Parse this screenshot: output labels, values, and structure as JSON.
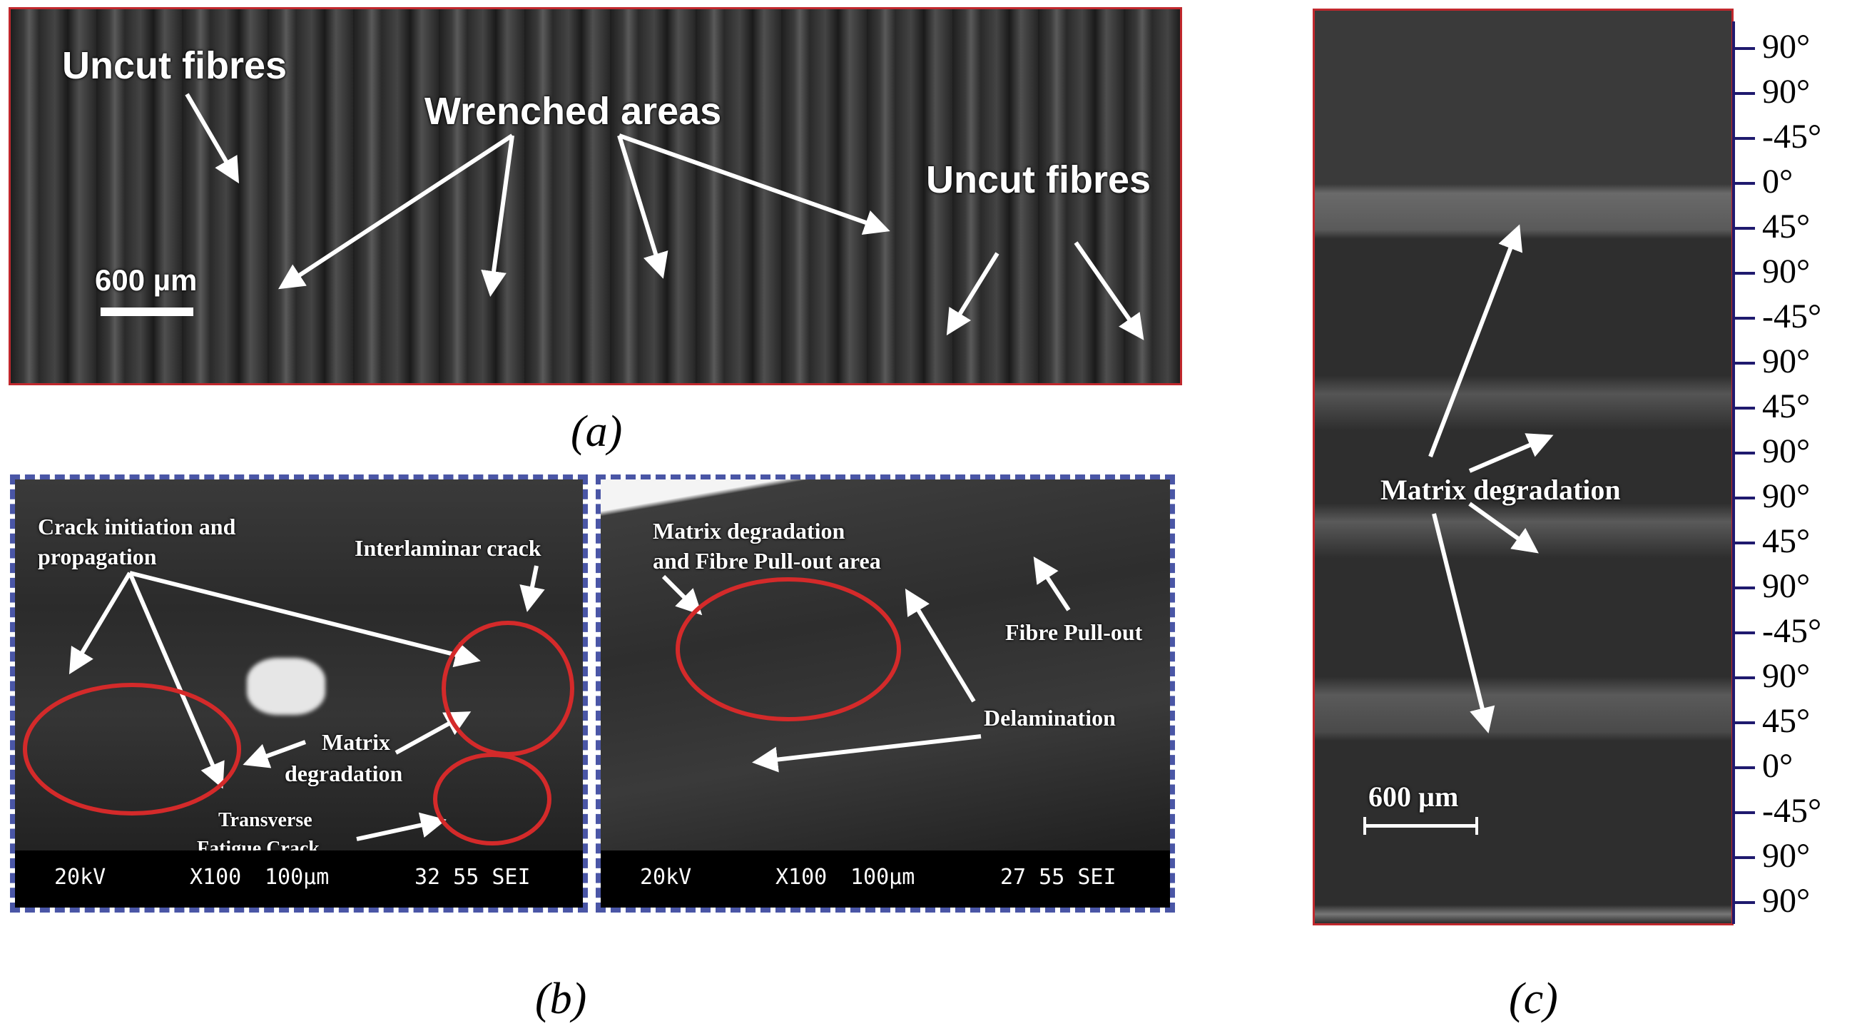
{
  "panel_a": {
    "labels": {
      "uncut_fibres_left": "Uncut fibres",
      "wrenched_areas": "Wrenched areas",
      "uncut_fibres_right": "Uncut fibres",
      "scale_bar": "600 µm"
    },
    "caption": "(a)"
  },
  "panel_b": {
    "left": {
      "labels": {
        "crack_initiation_line1": "Crack initiation and",
        "crack_initiation_line2": "propagation",
        "interlaminar_crack": "Interlaminar crack",
        "matrix_line1": "Matrix",
        "matrix_line2": "degradation",
        "transverse_line1": "Transverse",
        "transverse_line2": "Fatigue Crack"
      },
      "infobar": {
        "voltage": "20kV",
        "magnification": "X100",
        "scale": "100µm",
        "id": "32 55 SEI"
      }
    },
    "right": {
      "labels": {
        "matrix_pullout_line1": "Matrix degradation",
        "matrix_pullout_line2": "and Fibre Pull-out area",
        "fibre_pullout": "Fibre Pull-out",
        "delamination": "Delamination"
      },
      "infobar": {
        "voltage": "20kV",
        "magnification": "X100",
        "scale": "100µm",
        "id": "27 55 SEI"
      }
    },
    "caption": "(b)"
  },
  "panel_c": {
    "labels": {
      "matrix_degradation": "Matrix degradation",
      "scale_bar": "600 µm"
    },
    "ply_angles": [
      "90°",
      "90°",
      "-45°",
      "0°",
      "45°",
      "90°",
      "-45°",
      "90°",
      "45°",
      "90°",
      "90°",
      "45°",
      "90°",
      "-45°",
      "90°",
      "45°",
      "0°",
      "-45°",
      "90°",
      "90°"
    ],
    "caption": "(c)"
  },
  "colors": {
    "frame_red": "#c0282d",
    "frame_blue": "#4a56a6",
    "ellipse_red": "#d42a2a",
    "tick_navy": "#1f1a6e"
  }
}
